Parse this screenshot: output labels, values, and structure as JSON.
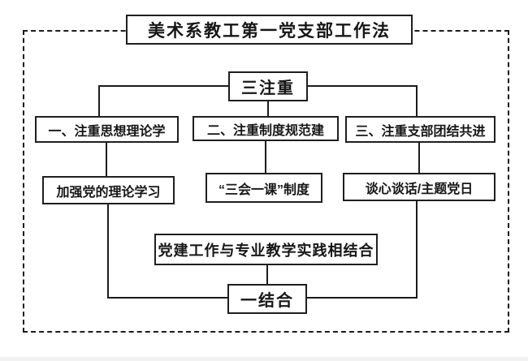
{
  "diagram": {
    "title": "美术系教工第一党支部工作法",
    "top_node": "三注重",
    "columns": [
      {
        "heading": "一、注重思想理论学",
        "detail": "加强党的理论学习"
      },
      {
        "heading": "二、注重制度规范建",
        "detail": "“三会一课”制度"
      },
      {
        "heading": "三、注重支部团结共进",
        "detail": "谈心谈话/主题党日"
      }
    ],
    "integration_node": "党建工作与专业教学实践相结合",
    "bottom_node": "一结合",
    "colors": {
      "line": "#1c1c1c",
      "background": "#ffffff",
      "text": "#161616"
    }
  }
}
